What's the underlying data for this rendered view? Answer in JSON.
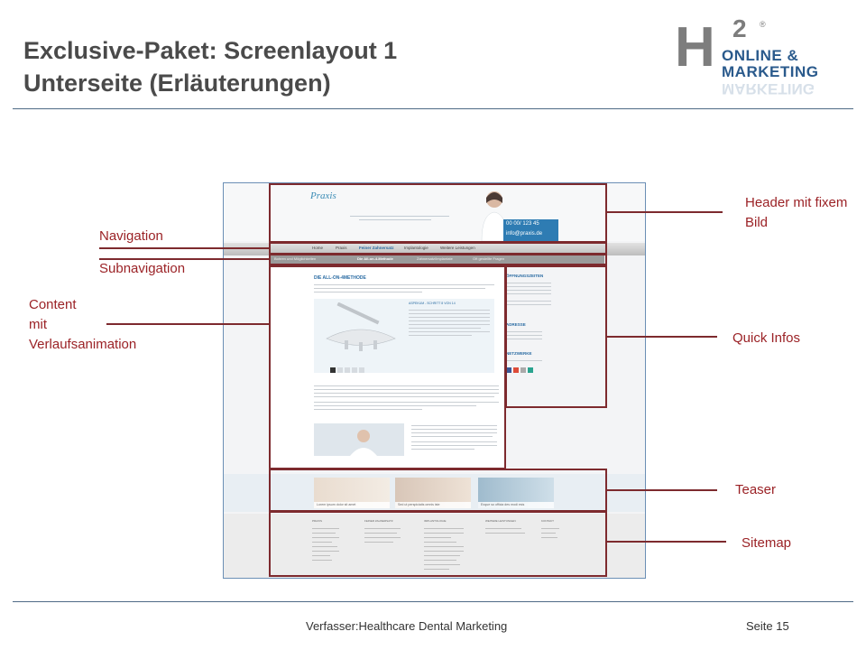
{
  "slide": {
    "title_line1": "Exclusive-Paket: Screenlayout 1",
    "title_line2": "Unterseite (Erläuterungen)",
    "footer_author": "Verfasser:Healthcare Dental Marketing",
    "footer_page": "Seite  15"
  },
  "logo": {
    "letter": "H",
    "superscript": "2",
    "registered": "®",
    "line1": "ONLINE &",
    "line2": "MARKETING"
  },
  "annotations": {
    "header": "Header mit fixem",
    "header_line2": "Bild",
    "navigation": "Navigation",
    "subnavigation": "Subnavigation",
    "content_line1": "Content",
    "content_line2": "mit",
    "content_line3": "Verlaufsanimation",
    "quick_infos": "Quick Infos",
    "teaser": "Teaser",
    "sitemap": "Sitemap"
  },
  "mockup": {
    "logo_text": "Praxis",
    "phone": "00 00/ 123 45",
    "email": "info@praxis.de",
    "nav": [
      "Home",
      "Praxis",
      "Feiner Zahnersatz",
      "Implantologie",
      "Weitere Leistungen"
    ],
    "subnav": [
      "Bohren und Möglichkeiten",
      "Die All-on-4-Methode",
      "Zahnersatz/Implantate",
      "Oft gestellte Fragen"
    ],
    "content_heading": "DIE ALL-ON-4METHODE",
    "slider_title": "ASPEKUM - SCHRITT 8 VON 14",
    "quick": [
      "ÖFFNUNGSZEITEN",
      "ADRESSE",
      "NETZWERKE"
    ],
    "teasers": [
      "Lorem ipsum dolor sit amet",
      "Sed ut perspiciatis omnis iste",
      "Exque so officia des modi esis"
    ],
    "sitemap_cols": [
      "PRAXIS",
      "FEINER ZAHNERSATZ",
      "IMPLANTOLOGIE",
      "WEITERE LEISTUNGEN",
      "KONTAKT"
    ]
  },
  "colors": {
    "annotation": "#9b2226",
    "frame": "#7d2a2e",
    "rule": "#4f6b86",
    "title": "#4a4a4a",
    "accent": "#2e7cb3"
  }
}
